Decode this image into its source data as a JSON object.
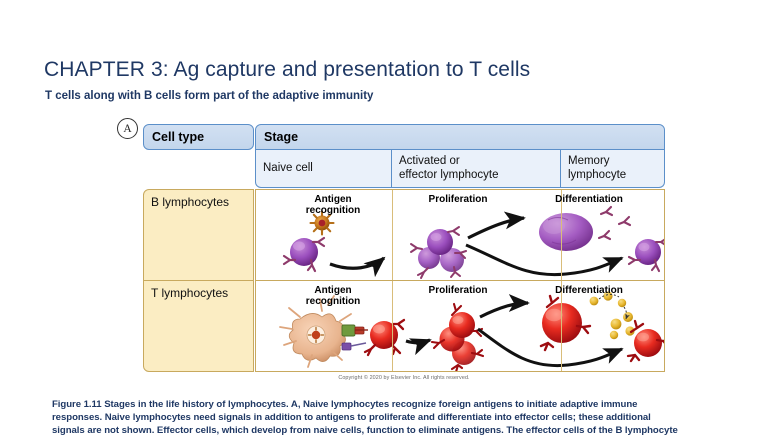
{
  "slide": {
    "title": "CHAPTER 3: Ag capture and presentation to T cells",
    "subtitle": "T cells along with B cells form part of the adaptive immunity"
  },
  "figure": {
    "panel_marker": "A",
    "header": {
      "cell_type": "Cell type",
      "stage": "Stage",
      "columns": [
        "Naive cell",
        "Activated or\neffector lymphocyte",
        "Memory\nlymphocyte"
      ]
    },
    "rows": [
      {
        "label": "B lymphocytes",
        "stage_labels": [
          "Antigen\nrecognition",
          "Proliferation",
          "Differentiation"
        ],
        "cell_color": "#8e44ad",
        "receptor_color": "#8e3a6b"
      },
      {
        "label": "T lymphocytes",
        "stage_labels": [
          "Antigen\nrecognition",
          "Proliferation",
          "Differentiation"
        ],
        "cell_color": "#e02020",
        "receptor_color": "#a01020"
      }
    ],
    "copyright": "Copyright © 2020 by Elsevier Inc. All rights reserved."
  },
  "caption": {
    "line1": "Figure 1.11   Stages in the life history of lymphocytes. A, Naive lymphocytes recognize foreign antigens to initiate adaptive immune",
    "line2": "responses. Naive lymphocytes need signals in addition to antigens to proliferate and differentiate into effector cells; these additional",
    "line3": "signals are not shown. Effector cells, which develop from naive cells, function to eliminate antigens. The effector cells of the B lymphocyte"
  },
  "colors": {
    "title_blue": "#1F3864",
    "header_blue": "#c3d6ec",
    "header_border": "#5b8fc9",
    "row_label_cream": "#fbedc3",
    "row_border_tan": "#c8a95e",
    "b_cell_purple": "#8e44ad",
    "t_cell_red": "#e02020",
    "cytokine_yellow": "#e8b830",
    "antigen_orange": "#c87820"
  }
}
